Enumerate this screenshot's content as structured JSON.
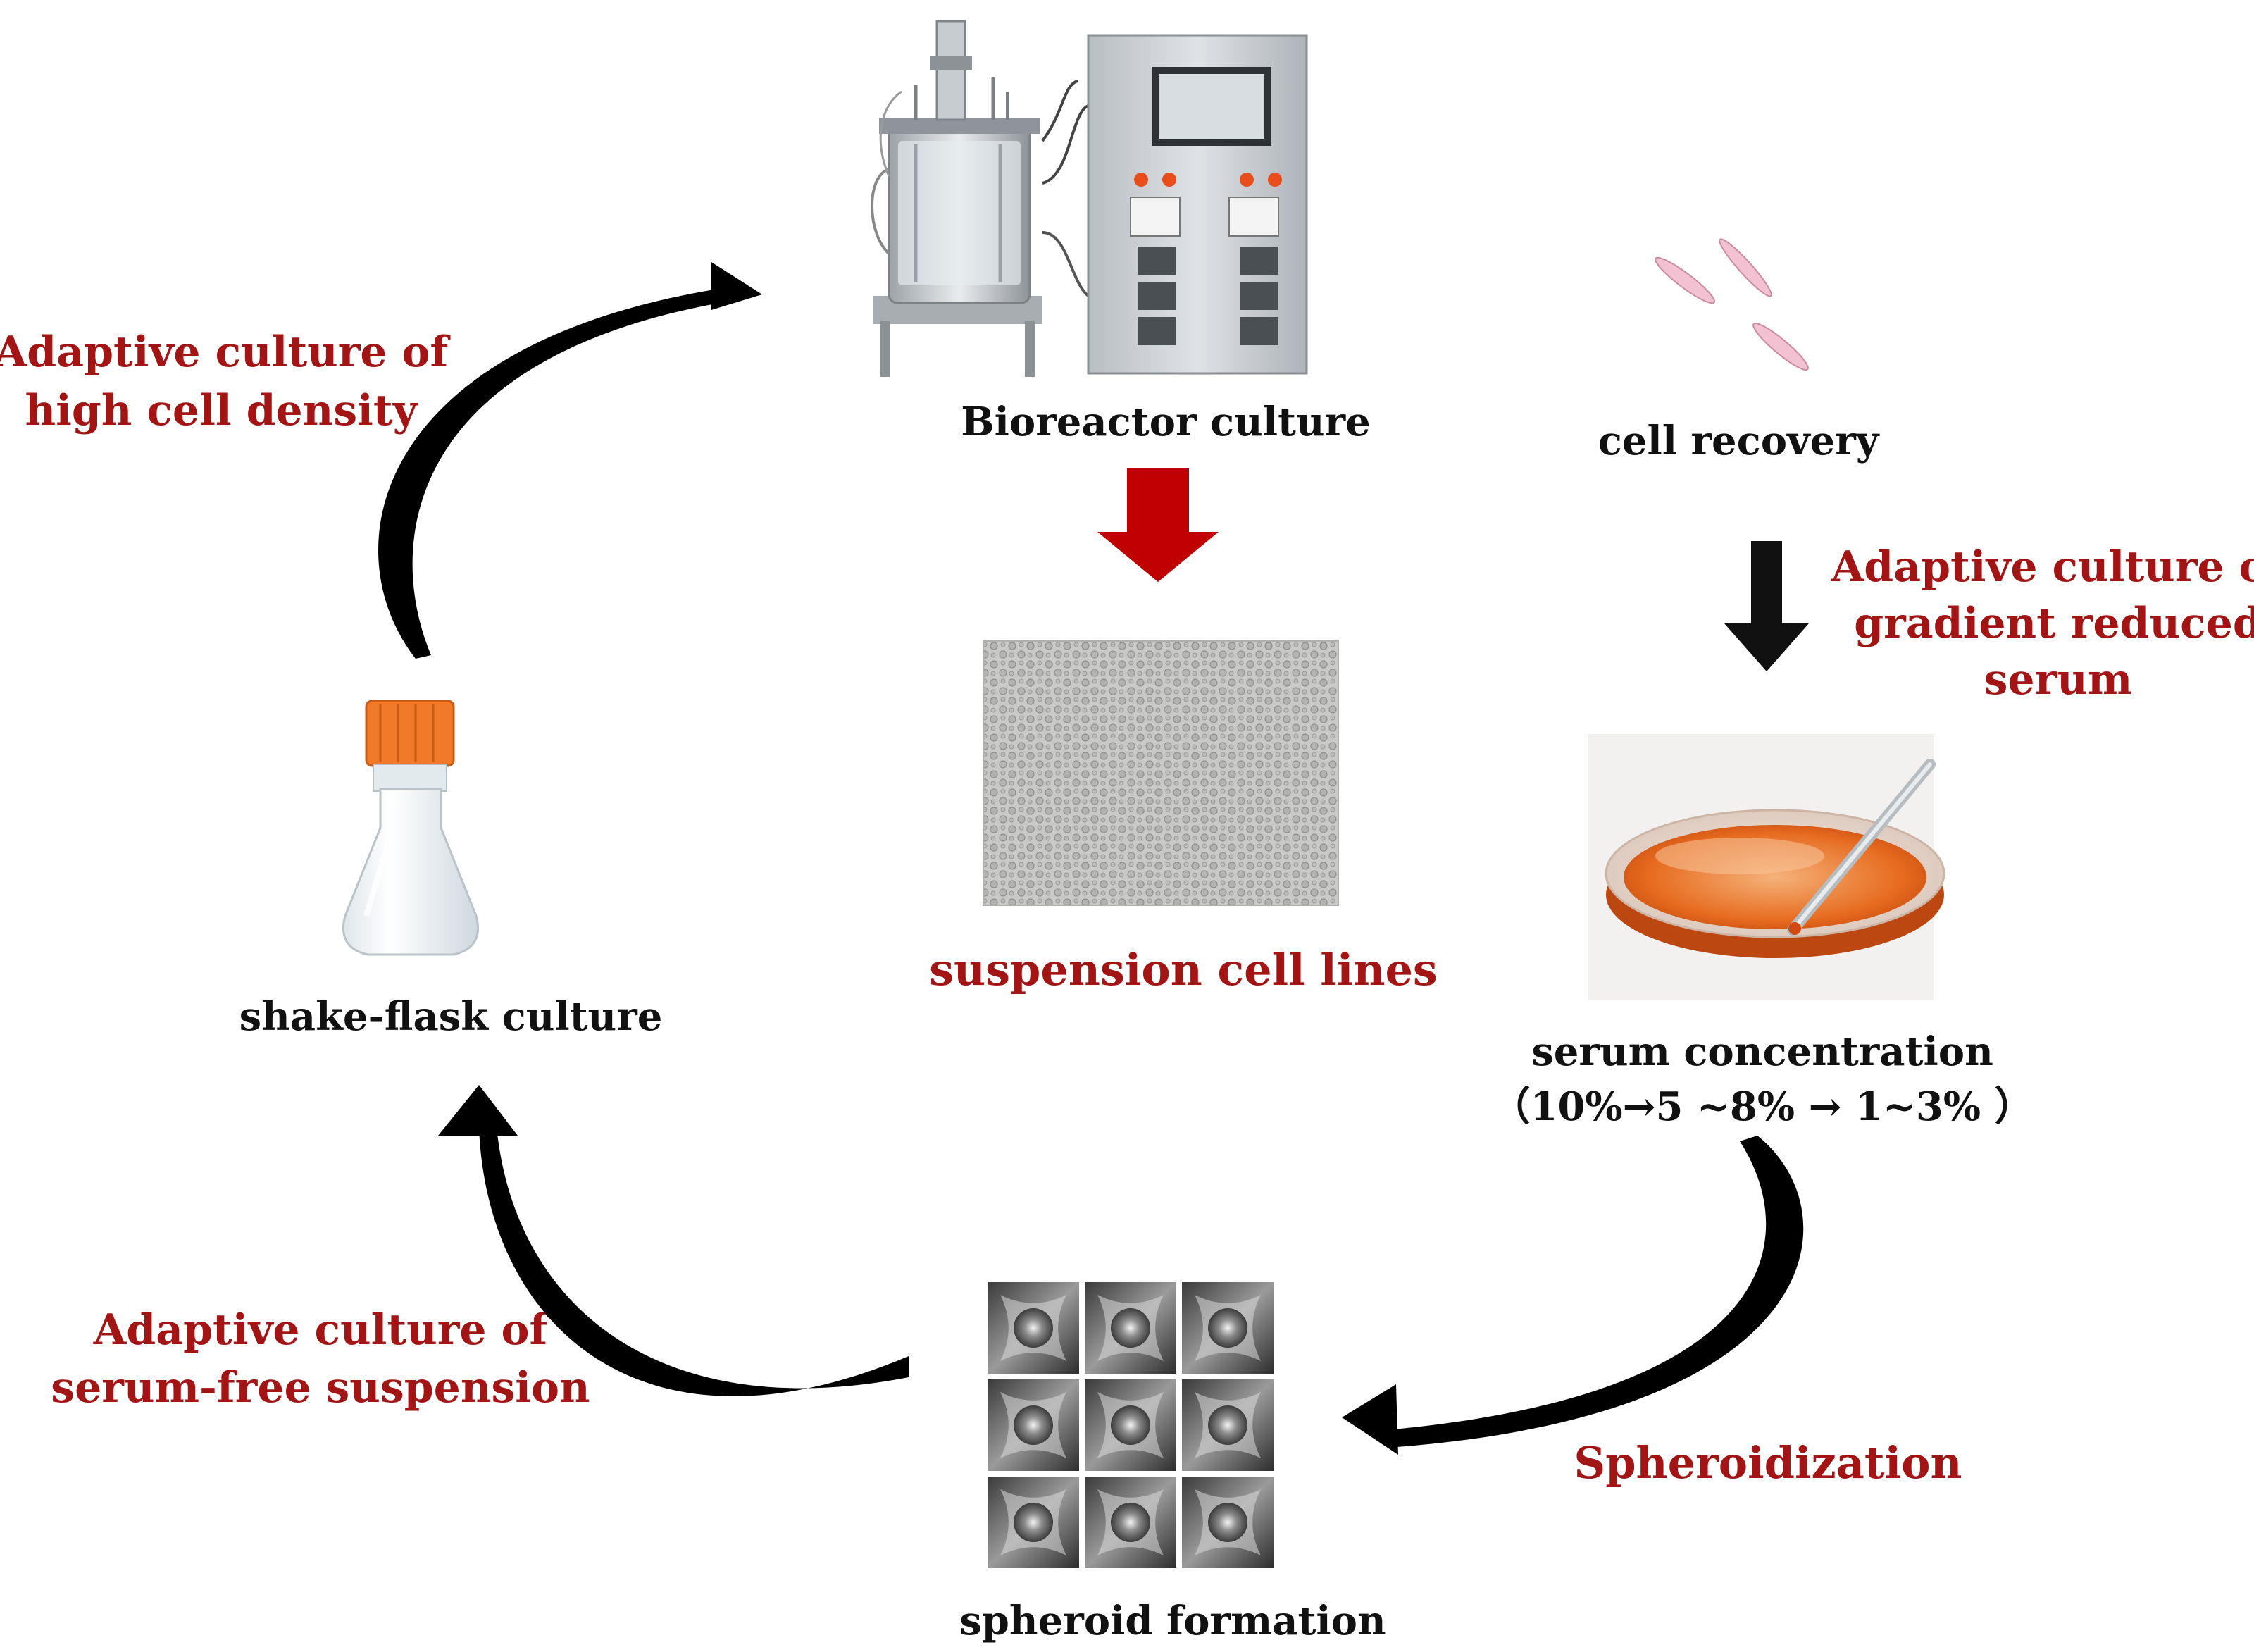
{
  "labels": {
    "bioreactor": "Bioreactor culture",
    "cell_recovery": "cell recovery",
    "suspension_lines": "suspension  cell lines",
    "shake_flask": "shake-flask culture",
    "serum_concentration": "serum concentration",
    "serum_steps": "（10%→5 ~8% → 1~3% ）",
    "spheroid_formation": "spheroid formation"
  },
  "annotations": {
    "high_density": [
      "Adaptive  culture  of",
      "high  cell density"
    ],
    "gradient_serum": [
      "Adaptive culture of",
      "gradient reduced",
      "serum"
    ],
    "serum_free": [
      "Adaptive  culture  of",
      "serum-free  suspension"
    ],
    "spheroidization": "Spheroidization"
  },
  "colors": {
    "label_red": "#a31515",
    "arrow_red": "#c00000",
    "arrow_black": "#000000",
    "flask_cap": "#f07a2a",
    "medium": "#e2661c"
  },
  "icons": [
    "bioreactor-image",
    "cell-image",
    "suspension-micrograph-image",
    "shake-flask-image",
    "petri-dish-image",
    "spheroid-grid-image"
  ]
}
